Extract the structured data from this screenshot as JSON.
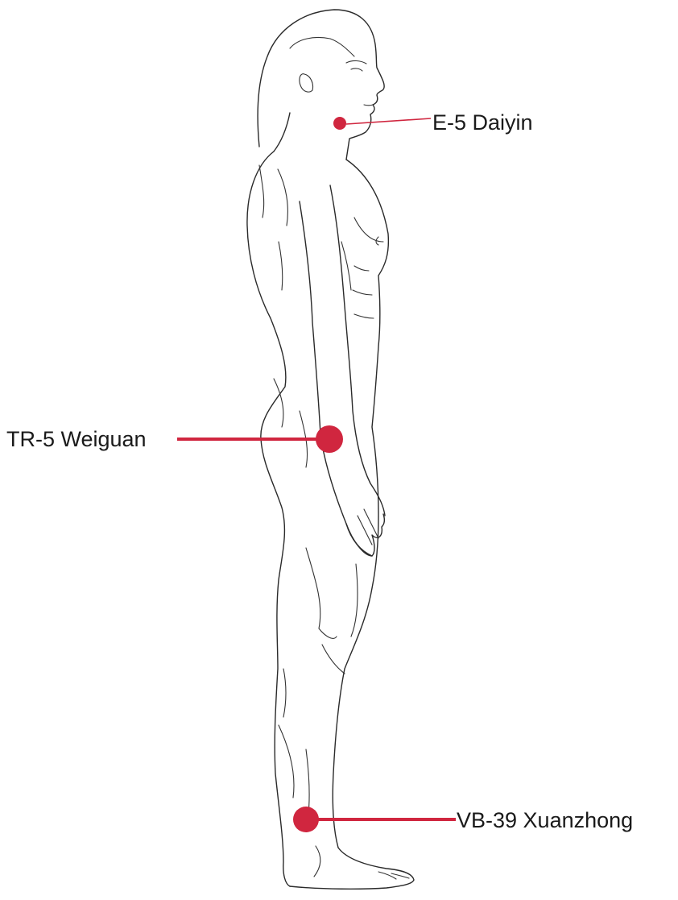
{
  "colors": {
    "accent": "#d0263f",
    "line_art": "#2a2a2a",
    "background": "#ffffff"
  },
  "figure": {
    "subject": "standing-male-figure-side-view",
    "points": [
      {
        "id": "e5",
        "label": "E-5 Daiyin",
        "location": "jaw"
      },
      {
        "id": "tr5",
        "label": "TR-5 Weiguan",
        "location": "forearm-wrist"
      },
      {
        "id": "vb39",
        "label": "VB-39 Xuanzhong",
        "location": "lower-leg-above-ankle"
      }
    ]
  }
}
